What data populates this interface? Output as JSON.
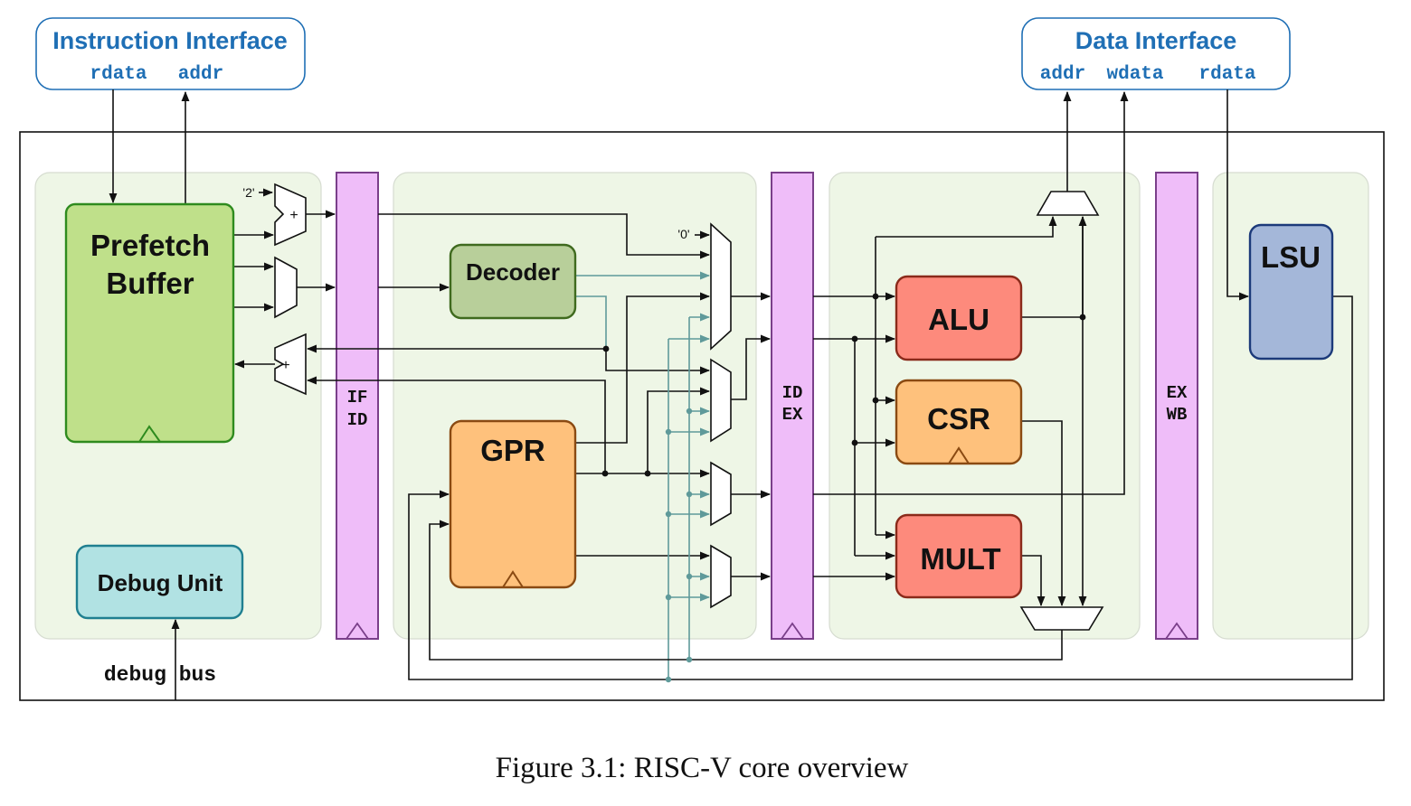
{
  "interfaces": {
    "instruction": {
      "title": "Instruction Interface",
      "ports": [
        "rdata",
        "addr"
      ]
    },
    "data": {
      "title": "Data Interface",
      "ports": [
        "addr",
        "wdata",
        "rdata"
      ]
    }
  },
  "blocks": {
    "prefetch": [
      "Prefetch",
      "Buffer"
    ],
    "debug_unit": "Debug Unit",
    "decoder": "Decoder",
    "gpr": "GPR",
    "alu": "ALU",
    "csr": "CSR",
    "mult": "MULT",
    "lsu": "LSU"
  },
  "pipeline_registers": {
    "if_id": [
      "IF",
      "ID"
    ],
    "id_ex": [
      "ID",
      "EX"
    ],
    "ex_wb": [
      "EX",
      "WB"
    ]
  },
  "constants": {
    "two": "'2'",
    "zero": "'0'",
    "plus": "+"
  },
  "debug_bus": "debug bus",
  "caption": "Figure 3.1: RISC-V core overview",
  "colors": {
    "interface_text": "#1f6fb5",
    "stage_bg": "#eef6e6",
    "pipeline_reg": "#efbdf9",
    "prefetch": "#bfe08a",
    "decoder": "#b8cf9a",
    "gpr": "#fec17c",
    "alu": "#fd8a7c",
    "csr": "#fec17c",
    "mult": "#fd8a7c",
    "lsu": "#a4b7d9",
    "debug": "#b1e2e3",
    "teal_wire": "#5f9a9a"
  }
}
